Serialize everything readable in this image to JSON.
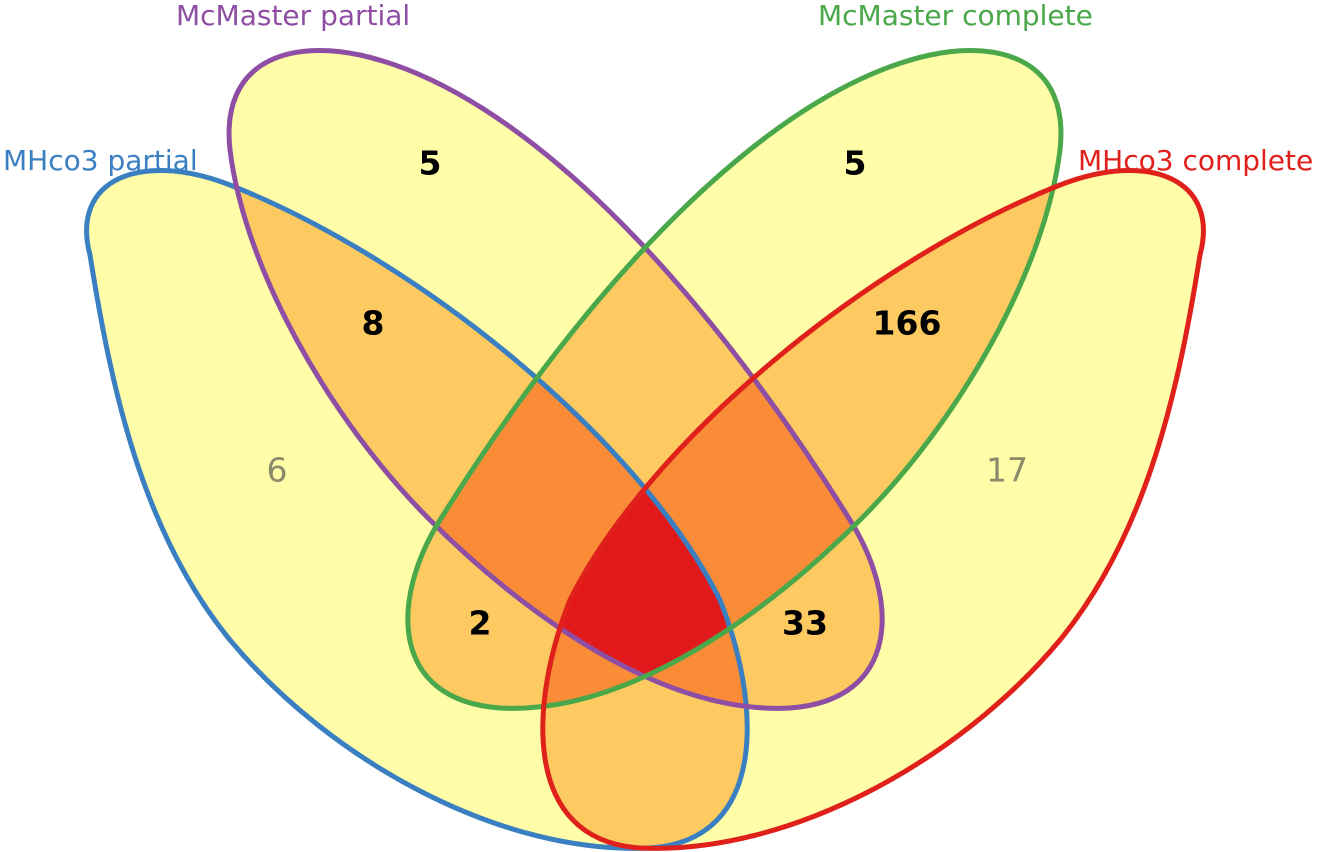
{
  "sets": [
    {
      "key": "mhco3_partial",
      "label": "MHco3 partial",
      "color": "#3a7fc1"
    },
    {
      "key": "mcmaster_partial",
      "label": "McMaster partial",
      "color": "#8e4ea3"
    },
    {
      "key": "mcmaster_complete",
      "label": "McMaster complete",
      "color": "#4aa84a"
    },
    {
      "key": "mhco3_complete",
      "label": "MHco3 complete",
      "color": "#e0201a"
    }
  ],
  "region_counts": {
    "mcmaster_partial_only": "5",
    "mcmaster_complete_only": "5",
    "mhco3_partial_mcmaster_partial": "8",
    "mcmaster_complete_mhco3_complete": "166",
    "mhco3_partial_only": "6",
    "mhco3_complete_only": "17",
    "mhco3_partial_mcmaster_complete": "2",
    "mcmaster_partial_mhco3_complete": "33"
  },
  "fill_colors": {
    "one_set": "#fffda8",
    "two_sets": "#fcca60",
    "three_sets": "#fa8c38",
    "four_sets": "#e2191b"
  }
}
